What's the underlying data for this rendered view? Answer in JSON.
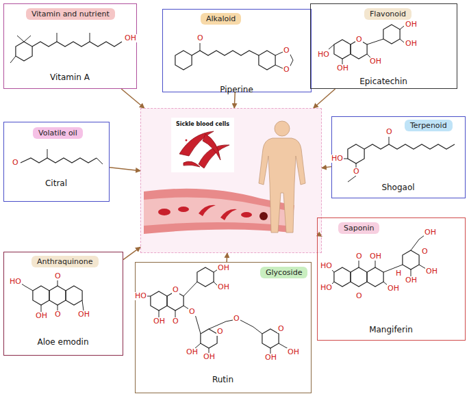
{
  "diagram": {
    "nodes": [
      {
        "text": [
          "Vitamin A"
        ]
      },
      {
        "text": [
          "Vitamin and nutrient"
        ],
        "in": 0
      },
      {
        "text": [
          "Piperine"
        ]
      },
      {
        "text": [
          "Alkaloid"
        ],
        "in": 2
      },
      {
        "text": [
          "Epicatechin"
        ]
      },
      {
        "text": [
          "Flavonoid"
        ],
        "in": 4
      },
      {
        "text": [
          "Citral"
        ]
      },
      {
        "text": [
          "Volatile oil"
        ],
        "in": 6
      },
      {
        "text": [
          "Sickle blood cells"
        ]
      },
      {
        "text": [
          "Shogaol"
        ]
      },
      {
        "text": [
          "Terpenoid"
        ],
        "in": 9
      },
      {
        "text": [
          "Aloe emodin"
        ]
      },
      {
        "text": [
          "Anthraquinone"
        ],
        "in": 11
      },
      {
        "text": [
          "Rutin"
        ]
      },
      {
        "text": [
          "Glycoside"
        ],
        "in": 13
      },
      {
        "text": [
          "Mangiferin"
        ]
      },
      {
        "text": [
          "Saponin"
        ],
        "in": 15
      }
    ],
    "edges": [
      {
        "from": 0,
        "to": 8,
        "arrow": "to"
      },
      {
        "from": 2,
        "to": 8,
        "arrow": "to"
      },
      {
        "from": 4,
        "to": 8,
        "arrow": "to"
      },
      {
        "from": 6,
        "to": 8,
        "arrow": "to"
      },
      {
        "from": 9,
        "to": 8,
        "arrow": "to"
      },
      {
        "from": 11,
        "to": 8,
        "arrow": "to"
      },
      {
        "from": 13,
        "to": 8,
        "arrow": "to"
      },
      {
        "from": 15,
        "to": 8,
        "arrow": "to"
      }
    ],
    "labels": [
      "OH",
      "O",
      "O",
      "O",
      "HO",
      "O",
      "OH",
      "OH",
      "OH",
      "OH",
      "O",
      "O",
      "HO",
      "O",
      "HO",
      "O",
      "O",
      "OH",
      "OH",
      "HO",
      "O",
      "OH",
      "OH",
      "OH",
      "O",
      "O",
      "O",
      "OH",
      "OH",
      "O",
      "O",
      "OH",
      "OH",
      "O",
      "O",
      "HO",
      "HO",
      "OH",
      "OH",
      "H",
      "O",
      "OH",
      "OH",
      "OH"
    ]
  }
}
